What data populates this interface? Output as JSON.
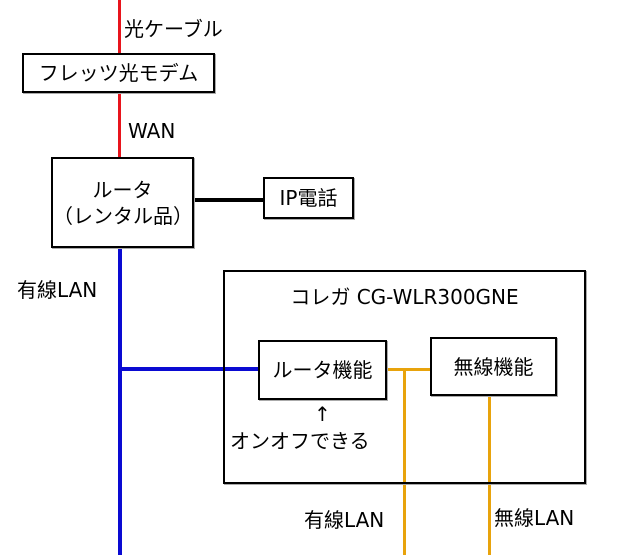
{
  "diagram": {
    "colors": {
      "fiber": "#e8141c",
      "wired_lan_main": "#0a0ad2",
      "internal_lan": "#e8a30c",
      "phone_line": "#000000"
    },
    "labels": {
      "fiber_cable": "光ケーブル",
      "wan": "WAN",
      "wired_lan_left": "有線LAN",
      "wired_lan_bottom": "有線LAN",
      "wireless_lan_bottom": "無線LAN",
      "on_off_arrow": "↑",
      "on_off_note": "オンオフできる"
    },
    "nodes": {
      "modem": "フレッツ光モデム",
      "router_line1": "ルータ",
      "router_line2": "（レンタル品）",
      "ip_phone": "IP電話",
      "corega_title": "コレガ CG-WLR300GNE",
      "router_function": "ルータ機能",
      "wireless_function": "無線機能"
    }
  }
}
